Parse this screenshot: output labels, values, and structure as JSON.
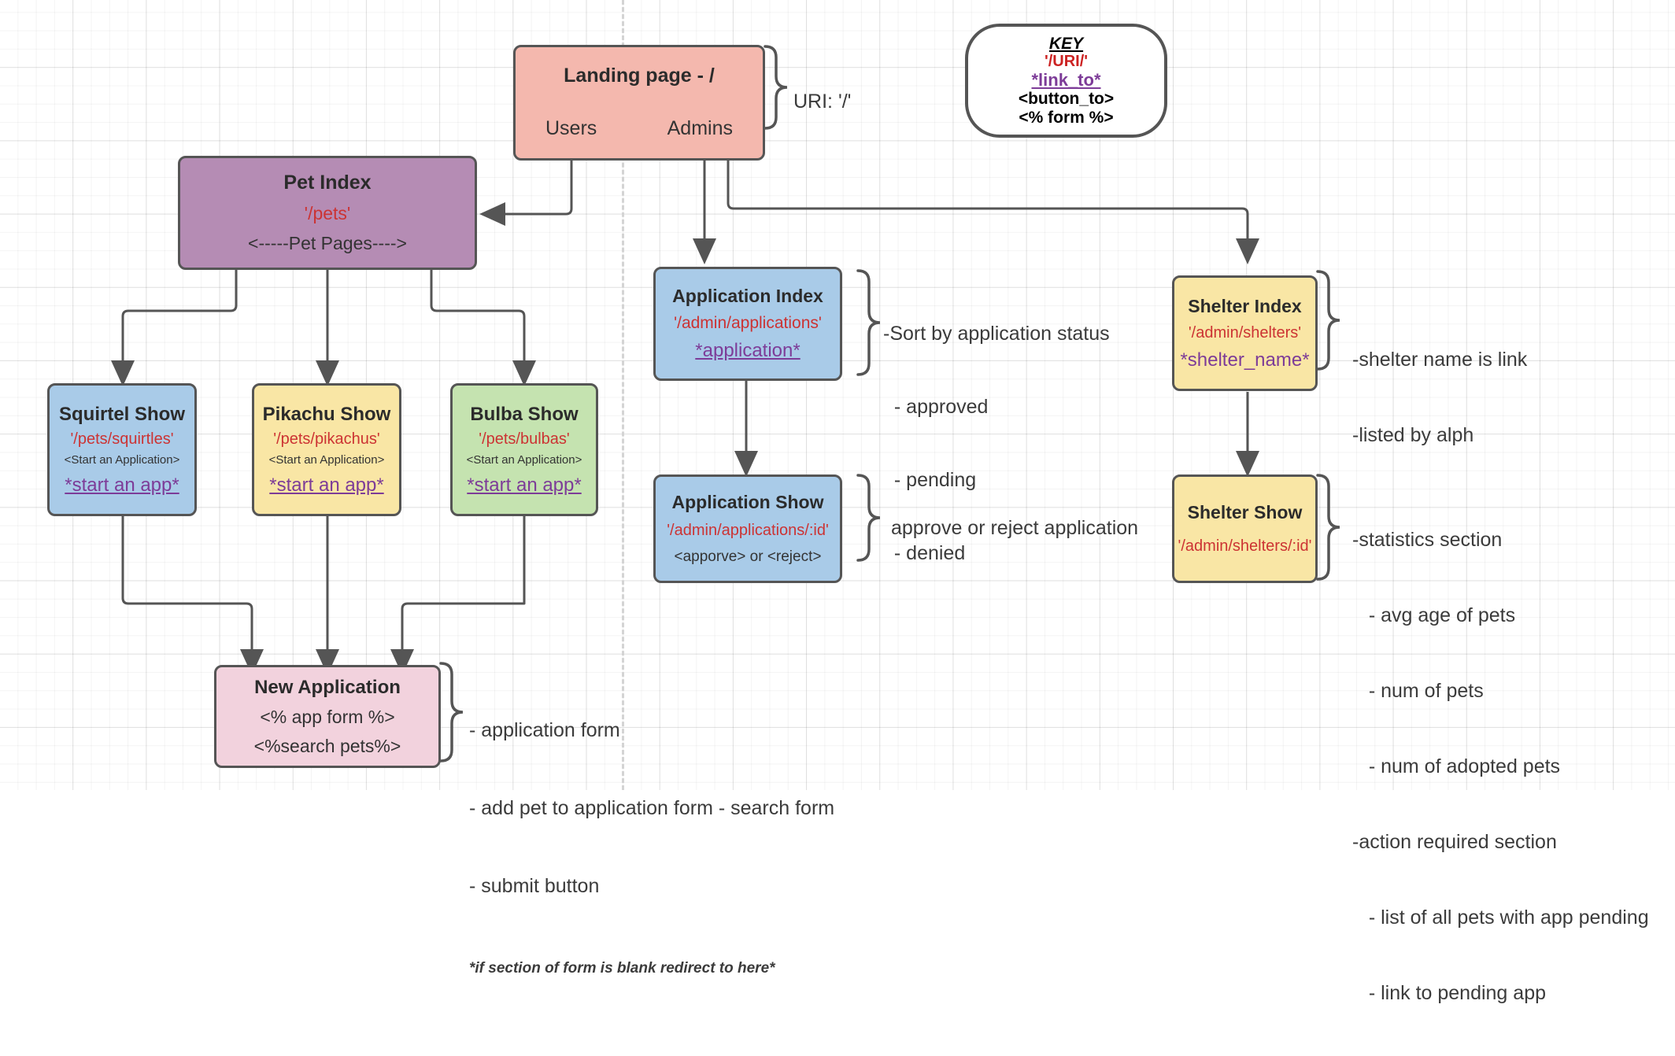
{
  "diagram": {
    "title_key": "KEY",
    "key": {
      "uri": "'/URI/'",
      "link": "*link_to*",
      "button": "<button_to>",
      "form": "<% form %>"
    },
    "colors": {
      "salmon": "#f4b8ae",
      "purple": "#b58cb4",
      "blue": "#a9cbe8",
      "yellow": "#f9e6a5",
      "green": "#c5e3b0",
      "pink": "#f2d2dd",
      "uri_red": "#cc3333",
      "link_purple": "#7d3c98",
      "stroke": "#555555"
    },
    "nodes": {
      "landing": {
        "title": "Landing page - /",
        "left_label": "Users",
        "right_label": "Admins"
      },
      "pet_index": {
        "title": "Pet Index",
        "uri": "'/pets'",
        "pages": "<-----Pet Pages---->"
      },
      "squirtel": {
        "title": "Squirtel Show",
        "uri": "'/pets/squirtles'",
        "button": "<Start an Application>",
        "link": "*start an app*"
      },
      "pikachu": {
        "title": "Pikachu Show",
        "uri": "'/pets/pikachus'",
        "button": "<Start an Application>",
        "link": "*start an app*"
      },
      "bulba": {
        "title": "Bulba Show",
        "uri": "'/pets/bulbas'",
        "button": "<Start an Application>",
        "link": "*start an app*"
      },
      "new_application": {
        "title": "New Application",
        "form": "<% app form %>",
        "search": "<%search pets%>"
      },
      "application_index": {
        "title": "Application Index",
        "uri": "'/admin/applications'",
        "link": "*application*"
      },
      "application_show": {
        "title": "Application Show",
        "uri": "'/admin/applications/:id'",
        "actions": "<apporve> or <reject>"
      },
      "shelter_index": {
        "title": "Shelter Index",
        "uri": "'/admin/shelters'",
        "link": "*shelter_name*"
      },
      "shelter_show": {
        "title": "Shelter Show",
        "uri": "'/admin/shelters/:id'"
      }
    },
    "annotations": {
      "landing_uri": "URI: '/'",
      "application_index_notes": [
        "-Sort by application status",
        "  - approved",
        "  - pending",
        "  - denied"
      ],
      "shelter_index_notes": [
        "-shelter name is link",
        "-listed by alph"
      ],
      "application_show_note": "approve or reject application",
      "shelter_show_notes": [
        "-statistics section",
        "   - avg age of pets",
        "   - num of pets",
        "   - num of adopted pets",
        "-action required section",
        "   - list of all pets with app pending",
        "   - link to pending app"
      ],
      "new_application_notes": [
        "- application form",
        "- add pet to application form - search form",
        "- submit button"
      ],
      "new_application_italic_note": "*if section of form is blank redirect to here*"
    }
  }
}
